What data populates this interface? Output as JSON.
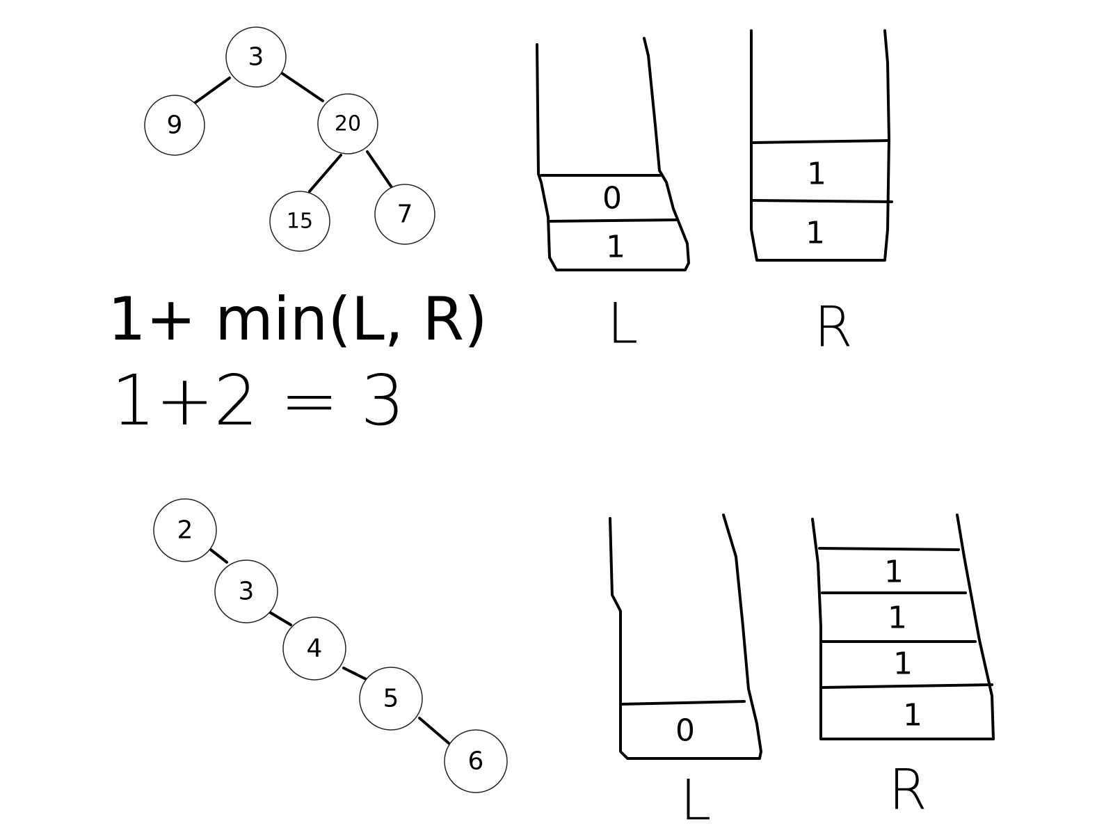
{
  "tree_top": {
    "nodes": [
      "3",
      "9",
      "20",
      "15",
      "7"
    ],
    "edges": [
      [
        "3",
        "9"
      ],
      [
        "3",
        "20"
      ],
      [
        "20",
        "15"
      ],
      [
        "20",
        "7"
      ]
    ]
  },
  "formula": {
    "line1": "1+ min(L, R)",
    "line2": "1+2 = 3"
  },
  "stacks_top": {
    "left": {
      "label": "L",
      "cells": [
        "0",
        "1"
      ]
    },
    "right": {
      "label": "R",
      "cells": [
        "1",
        "1"
      ]
    }
  },
  "tree_bottom": {
    "nodes": [
      "2",
      "3",
      "4",
      "5",
      "6"
    ],
    "edges": [
      [
        "2",
        "3"
      ],
      [
        "3",
        "4"
      ],
      [
        "4",
        "5"
      ],
      [
        "5",
        "6"
      ]
    ]
  },
  "stacks_bottom": {
    "left": {
      "label": "L",
      "cells": [
        "0"
      ]
    },
    "right": {
      "label": "R",
      "cells": [
        "1",
        "1",
        "1",
        "1"
      ]
    }
  }
}
